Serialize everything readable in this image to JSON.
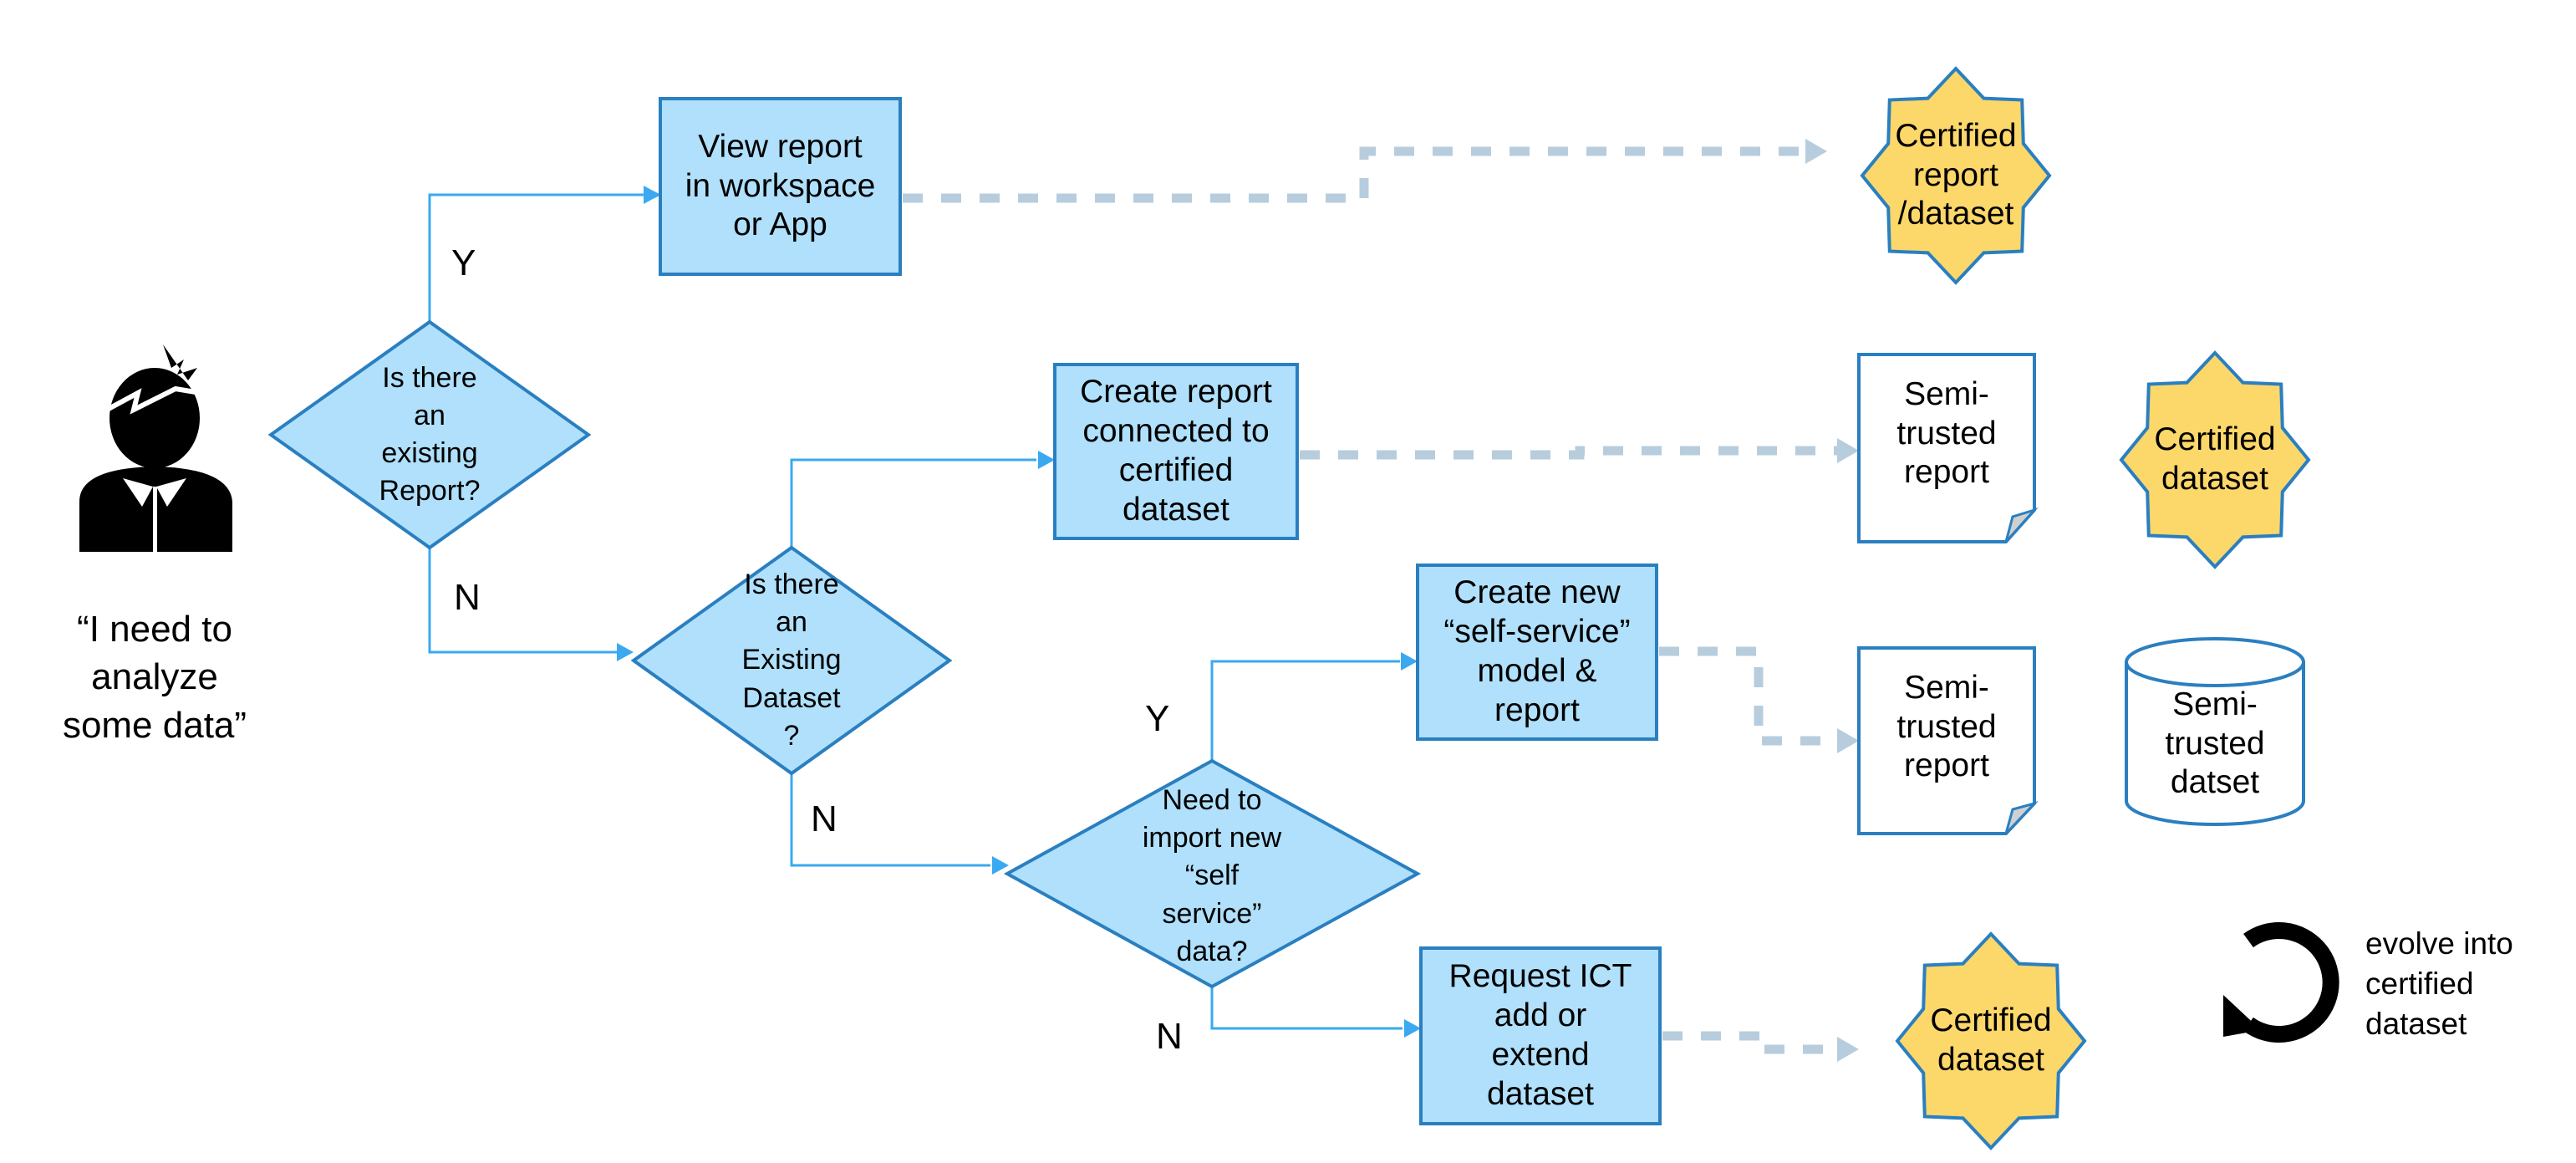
{
  "persona": {
    "icon": "person-icon",
    "quote": [
      "“I need to",
      "analyze",
      "some data”"
    ]
  },
  "decisions": [
    {
      "id": "existing-report",
      "lines": [
        "Is there",
        "an",
        "existing",
        "Report?"
      ]
    },
    {
      "id": "existing-dataset",
      "lines": [
        "Is there",
        "an",
        "Existing",
        "Dataset",
        "?"
      ]
    },
    {
      "id": "import-self-service",
      "lines": [
        "Need to",
        "import new",
        "“self",
        "service”",
        "data?"
      ]
    }
  ],
  "processes": [
    {
      "id": "view-report",
      "lines": [
        "View report",
        "in workspace",
        "or App"
      ]
    },
    {
      "id": "create-report-certified",
      "lines": [
        "Create report",
        "connected to",
        "certified",
        "dataset"
      ]
    },
    {
      "id": "create-self-service",
      "lines": [
        "Create new",
        "“self-service”",
        "model &",
        "report"
      ]
    },
    {
      "id": "request-ict",
      "lines": [
        "Request ICT",
        "add or",
        "extend",
        "dataset"
      ]
    }
  ],
  "outcomes": [
    {
      "id": "certified-report-dataset",
      "shape": "star",
      "lines": [
        "Certified",
        "report",
        "/dataset"
      ]
    },
    {
      "id": "semi-trusted-report-1",
      "shape": "document",
      "lines": [
        "Semi-",
        "trusted",
        "report"
      ]
    },
    {
      "id": "certified-dataset-1",
      "shape": "star",
      "lines": [
        "Certified",
        "dataset"
      ]
    },
    {
      "id": "semi-trusted-report-2",
      "shape": "document",
      "lines": [
        "Semi-",
        "trusted",
        "report"
      ]
    },
    {
      "id": "semi-trusted-datset",
      "shape": "cylinder",
      "lines": [
        "Semi-",
        "trusted",
        "datset"
      ]
    },
    {
      "id": "certified-dataset-2",
      "shape": "star",
      "lines": [
        "Certified",
        "dataset"
      ]
    }
  ],
  "branch_labels": {
    "d1_yes": "Y",
    "d1_no": "N",
    "d2_no": "N",
    "d3_yes": "Y",
    "d3_no": "N"
  },
  "legend": {
    "icon": "refresh-cycle-icon",
    "lines": [
      "evolve into",
      "certified",
      "dataset"
    ]
  },
  "colors": {
    "process_fill": "#b0e0fb",
    "shape_stroke": "#2a7fc0",
    "flow_arrow": "#3aa9ef",
    "dashed_connector": "#b7cddd",
    "certified_fill": "#fcd76a",
    "document_fold": "#d0d0d0"
  }
}
